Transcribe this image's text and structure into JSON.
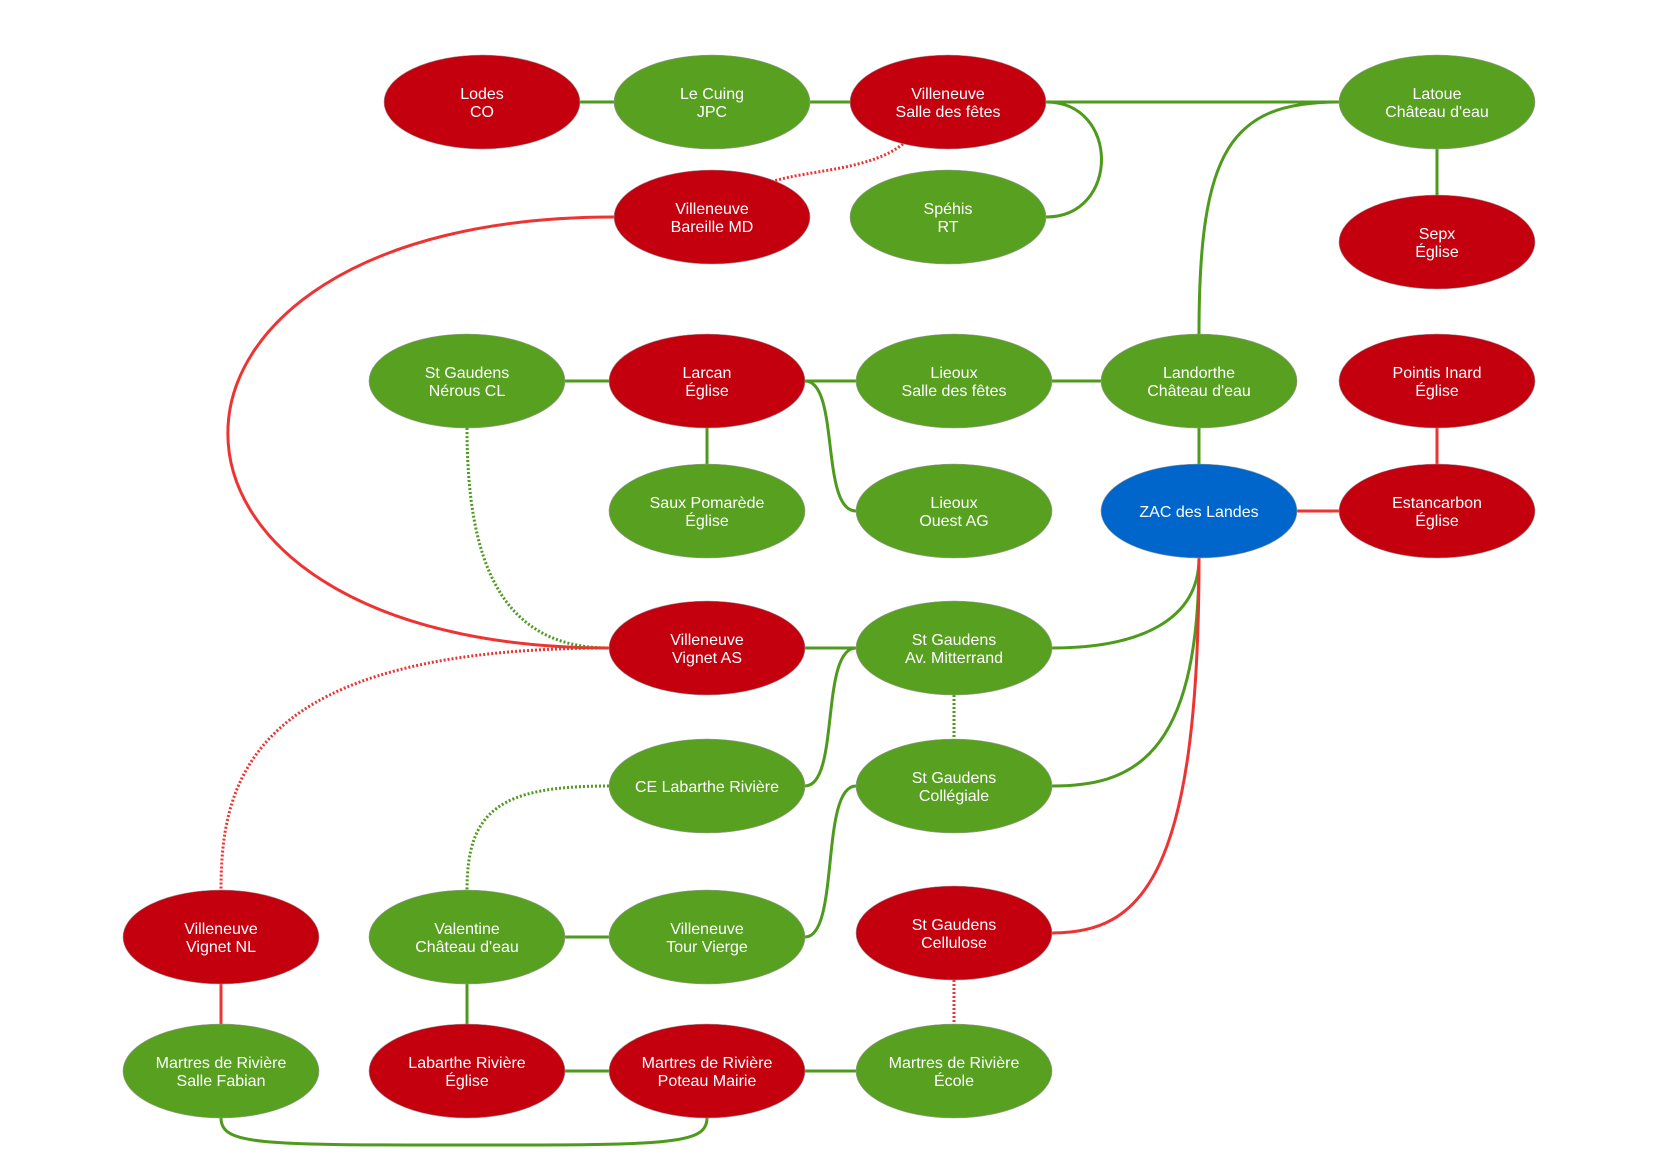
{
  "colors": {
    "red_node": "#c4000f",
    "green_node": "#57a020",
    "blue_node": "#0066cc",
    "red_link": "#ee3333",
    "green_link": "#4d9a1c"
  },
  "nodes": {
    "lodes_co": {
      "lines": [
        "Lodes",
        "CO"
      ],
      "status": "red"
    },
    "le_cuing_jpc": {
      "lines": [
        "Le Cuing",
        "JPC"
      ],
      "status": "green"
    },
    "villeneuve_salle_des_fetes": {
      "lines": [
        "Villeneuve",
        "Salle des fêtes"
      ],
      "status": "red"
    },
    "latoue_chateau_eau": {
      "lines": [
        "Latoue",
        "Château d'eau"
      ],
      "status": "green"
    },
    "villeneuve_bareille_md": {
      "lines": [
        "Villeneuve",
        "Bareille MD"
      ],
      "status": "red"
    },
    "spehis_rt": {
      "lines": [
        "Spéhis",
        "RT"
      ],
      "status": "green"
    },
    "sepx_eglise": {
      "lines": [
        "Sepx",
        "Église"
      ],
      "status": "red"
    },
    "st_gaudens_nerous_cl": {
      "lines": [
        "St Gaudens",
        "Nérous CL"
      ],
      "status": "green"
    },
    "larcan_eglise": {
      "lines": [
        "Larcan",
        "Église"
      ],
      "status": "red"
    },
    "lieoux_salle_des_fetes": {
      "lines": [
        "Lieoux",
        "Salle des fêtes"
      ],
      "status": "green"
    },
    "landorthe_chateau_eau": {
      "lines": [
        "Landorthe",
        "Château d'eau"
      ],
      "status": "green"
    },
    "pointis_inard_eglise": {
      "lines": [
        "Pointis Inard",
        "Église"
      ],
      "status": "red"
    },
    "saux_pomarede_eglise": {
      "lines": [
        "Saux Pomarède",
        "Église"
      ],
      "status": "green"
    },
    "lieoux_ouest_ag": {
      "lines": [
        "Lieoux",
        "Ouest AG"
      ],
      "status": "green"
    },
    "zac_des_landes": {
      "lines": [
        "ZAC des Landes"
      ],
      "status": "blue"
    },
    "estancarbon_eglise": {
      "lines": [
        "Estancarbon",
        "Église"
      ],
      "status": "red"
    },
    "villeneuve_vignet_as": {
      "lines": [
        "Villeneuve",
        "Vignet AS"
      ],
      "status": "red"
    },
    "st_gaudens_av_mitterrand": {
      "lines": [
        "St Gaudens",
        "Av. Mitterrand"
      ],
      "status": "green"
    },
    "ce_labarthe_riviere": {
      "lines": [
        "CE Labarthe Rivière"
      ],
      "status": "green"
    },
    "st_gaudens_collegiale": {
      "lines": [
        "St Gaudens",
        "Collégiale"
      ],
      "status": "green"
    },
    "villeneuve_vignet_nl": {
      "lines": [
        "Villeneuve",
        "Vignet NL"
      ],
      "status": "red"
    },
    "valentine_chateau_eau": {
      "lines": [
        "Valentine",
        "Château d'eau"
      ],
      "status": "green"
    },
    "villeneuve_tour_vierge": {
      "lines": [
        "Villeneuve",
        "Tour Vierge"
      ],
      "status": "green"
    },
    "st_gaudens_cellulose": {
      "lines": [
        "St Gaudens",
        "Cellulose"
      ],
      "status": "red"
    },
    "martres_salle_fabian": {
      "lines": [
        "Martres de Rivière",
        "Salle Fabian"
      ],
      "status": "green"
    },
    "labarthe_riviere_eglise": {
      "lines": [
        "Labarthe Rivière",
        "Église"
      ],
      "status": "red"
    },
    "martres_poteau_mairie": {
      "lines": [
        "Martres de Rivière",
        "Poteau Mairie"
      ],
      "status": "red"
    },
    "martres_ecole": {
      "lines": [
        "Martres de Rivière",
        "École"
      ],
      "status": "green"
    }
  },
  "edges": [
    {
      "from": "lodes_co",
      "to": "le_cuing_jpc",
      "color": "green",
      "style": "solid"
    },
    {
      "from": "le_cuing_jpc",
      "to": "villeneuve_salle_des_fetes",
      "color": "green",
      "style": "solid"
    },
    {
      "from": "villeneuve_salle_des_fetes",
      "to": "latoue_chateau_eau",
      "color": "green",
      "style": "solid"
    },
    {
      "from": "villeneuve_salle_des_fetes",
      "to": "spehis_rt",
      "color": "green",
      "style": "solid"
    },
    {
      "from": "villeneuve_salle_des_fetes",
      "to": "villeneuve_bareille_md",
      "color": "red",
      "style": "dotted"
    },
    {
      "from": "latoue_chateau_eau",
      "to": "sepx_eglise",
      "color": "green",
      "style": "solid"
    },
    {
      "from": "latoue_chateau_eau",
      "to": "landorthe_chateau_eau",
      "color": "green",
      "style": "solid"
    },
    {
      "from": "villeneuve_bareille_md",
      "to": "villeneuve_vignet_as",
      "color": "red",
      "style": "solid"
    },
    {
      "from": "st_gaudens_nerous_cl",
      "to": "larcan_eglise",
      "color": "green",
      "style": "solid"
    },
    {
      "from": "st_gaudens_nerous_cl",
      "to": "villeneuve_vignet_as",
      "color": "green",
      "style": "dotted"
    },
    {
      "from": "larcan_eglise",
      "to": "lieoux_salle_des_fetes",
      "color": "green",
      "style": "solid"
    },
    {
      "from": "larcan_eglise",
      "to": "saux_pomarede_eglise",
      "color": "green",
      "style": "solid"
    },
    {
      "from": "larcan_eglise",
      "to": "lieoux_ouest_ag",
      "color": "green",
      "style": "solid"
    },
    {
      "from": "lieoux_salle_des_fetes",
      "to": "landorthe_chateau_eau",
      "color": "green",
      "style": "solid"
    },
    {
      "from": "landorthe_chateau_eau",
      "to": "zac_des_landes",
      "color": "green",
      "style": "solid"
    },
    {
      "from": "pointis_inard_eglise",
      "to": "estancarbon_eglise",
      "color": "red",
      "style": "solid"
    },
    {
      "from": "zac_des_landes",
      "to": "estancarbon_eglise",
      "color": "red",
      "style": "solid"
    },
    {
      "from": "zac_des_landes",
      "to": "st_gaudens_av_mitterrand",
      "color": "green",
      "style": "solid"
    },
    {
      "from": "zac_des_landes",
      "to": "st_gaudens_collegiale",
      "color": "green",
      "style": "solid"
    },
    {
      "from": "zac_des_landes",
      "to": "st_gaudens_cellulose",
      "color": "red",
      "style": "solid"
    },
    {
      "from": "villeneuve_vignet_as",
      "to": "st_gaudens_av_mitterrand",
      "color": "green",
      "style": "solid"
    },
    {
      "from": "villeneuve_vignet_as",
      "to": "villeneuve_vignet_nl",
      "color": "red",
      "style": "dotted"
    },
    {
      "from": "st_gaudens_av_mitterrand",
      "to": "ce_labarthe_riviere",
      "color": "green",
      "style": "solid"
    },
    {
      "from": "st_gaudens_av_mitterrand",
      "to": "st_gaudens_collegiale",
      "color": "green",
      "style": "dotted"
    },
    {
      "from": "ce_labarthe_riviere",
      "to": "valentine_chateau_eau",
      "color": "green",
      "style": "dotted"
    },
    {
      "from": "st_gaudens_collegiale",
      "to": "villeneuve_tour_vierge",
      "color": "green",
      "style": "solid"
    },
    {
      "from": "valentine_chateau_eau",
      "to": "villeneuve_tour_vierge",
      "color": "green",
      "style": "solid"
    },
    {
      "from": "valentine_chateau_eau",
      "to": "labarthe_riviere_eglise",
      "color": "green",
      "style": "solid"
    },
    {
      "from": "villeneuve_vignet_nl",
      "to": "martres_salle_fabian",
      "color": "red",
      "style": "solid"
    },
    {
      "from": "st_gaudens_cellulose",
      "to": "martres_ecole",
      "color": "red",
      "style": "dotted"
    },
    {
      "from": "labarthe_riviere_eglise",
      "to": "martres_poteau_mairie",
      "color": "green",
      "style": "solid"
    },
    {
      "from": "martres_poteau_mairie",
      "to": "martres_ecole",
      "color": "green",
      "style": "solid"
    },
    {
      "from": "martres_salle_fabian",
      "to": "martres_poteau_mairie",
      "color": "green",
      "style": "solid"
    }
  ]
}
